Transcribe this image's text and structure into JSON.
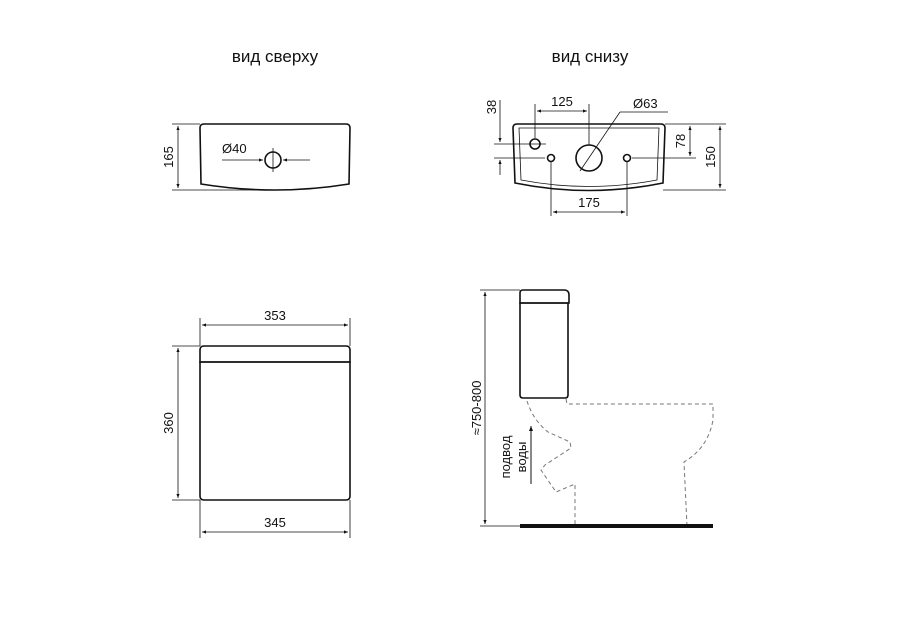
{
  "views": {
    "top": {
      "title": "вид сверху",
      "height_dim": "165",
      "hole_dim": "Ø40"
    },
    "bottom": {
      "title": "вид снизу",
      "dim_38": "38",
      "dim_125": "125",
      "hole_dim": "Ø63",
      "dim_78": "78",
      "dim_150": "150",
      "dim_175": "175"
    },
    "front": {
      "top_width": "353",
      "height": "360",
      "bottom_width": "345"
    },
    "side": {
      "height_range": "≈750-800",
      "water_supply_line1": "подвод",
      "water_supply_line2": "воды"
    }
  },
  "colors": {
    "line": "#111111",
    "dashed": "#777777"
  }
}
